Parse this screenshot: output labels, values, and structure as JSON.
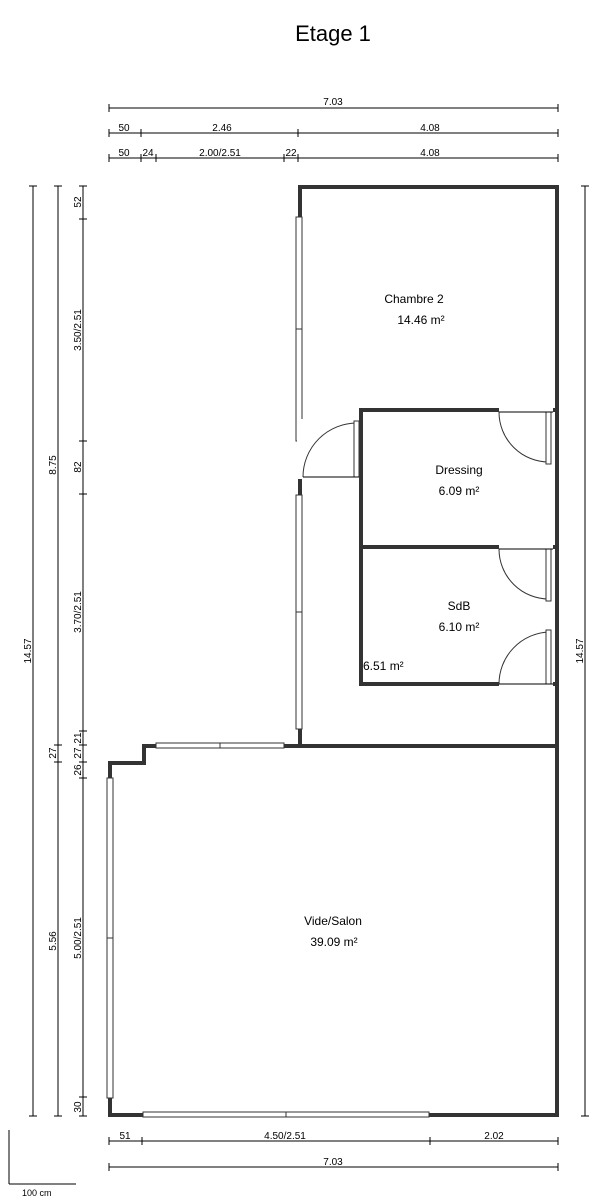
{
  "title": "Etage 1",
  "rooms": {
    "chambre2": {
      "name": "Chambre 2",
      "area": "14.46 m²"
    },
    "dressing": {
      "name": "Dressing",
      "area": "6.09 m²"
    },
    "sdb": {
      "name": "SdB",
      "area": "6.10 m²"
    },
    "palier": {
      "area": "6.51 m²"
    },
    "salon": {
      "name": "Vide/Salon",
      "area": "39.09 m²"
    }
  },
  "dimensions": {
    "top_total": "7.03",
    "top_row2": [
      "50",
      "2.46",
      "4.08"
    ],
    "top_row3": [
      "50",
      "24",
      "2.00/2.51",
      "22",
      "4.08"
    ],
    "bottom_row1": [
      "51",
      "4.50/2.51",
      "2.02"
    ],
    "bottom_total": "7.03",
    "left_total": "14.57",
    "left_mid": [
      "8.75",
      "27",
      "5.56"
    ],
    "left_inner": [
      "52",
      "3.50/2.51",
      "82",
      "3.70/2.51",
      "21",
      "27",
      "26",
      "5.00/2.51",
      "30"
    ],
    "right_total": "14.57"
  },
  "scale": {
    "label": "100 cm"
  }
}
